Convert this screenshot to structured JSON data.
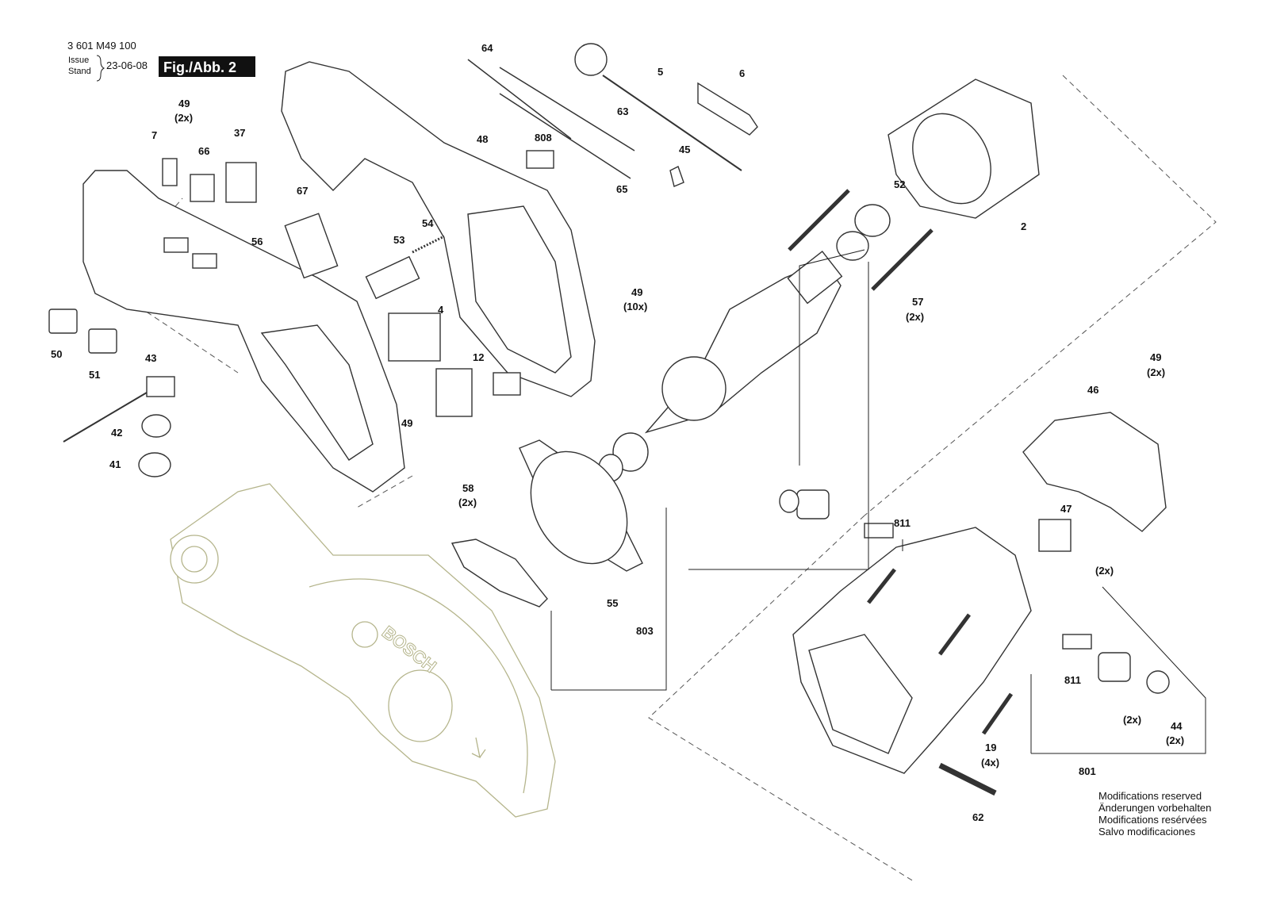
{
  "header": {
    "doc_number": "3 601 M49 100",
    "issue_label": "Issue",
    "stand_label": "Stand",
    "date": "23-06-08",
    "fig_label": "Fig./Abb. 2"
  },
  "parts": {
    "p64": "64",
    "p5": "5",
    "p6": "6",
    "p63": "63",
    "p808": "808",
    "p45": "45",
    "p65": "65",
    "p48": "48",
    "p49a": "49",
    "p49a_qty": "(2x)",
    "p7": "7",
    "p66": "66",
    "p37": "37",
    "p67": "67",
    "p54": "54",
    "p53": "53",
    "p56": "56",
    "p4": "4",
    "p12": "12",
    "p49b": "49",
    "p49c": "49",
    "p49c_qty": "(10x)",
    "p50": "50",
    "p51": "51",
    "p43": "43",
    "p42": "42",
    "p41": "41",
    "p52": "52",
    "p2": "2",
    "p57": "57",
    "p57_qty": "(2x)",
    "p58": "58",
    "p58_qty": "(2x)",
    "p55": "55",
    "p803": "803",
    "p49d": "49",
    "p49d_qty": "(2x)",
    "p46": "46",
    "p47": "47",
    "p811a": "811",
    "p2x_a": "(2x)",
    "p811b": "811",
    "p2x_b": "(2x)",
    "p44": "44",
    "p44_qty": "(2x)",
    "p19": "19",
    "p19_qty": "(4x)",
    "p801": "801",
    "p62": "62"
  },
  "brand_mark": "BOSCH",
  "notes": {
    "en": "Modifications reserved",
    "de": "Änderungen vorbehalten",
    "fr": "Modifications resérvées",
    "es": "Salvo modificaciones"
  }
}
